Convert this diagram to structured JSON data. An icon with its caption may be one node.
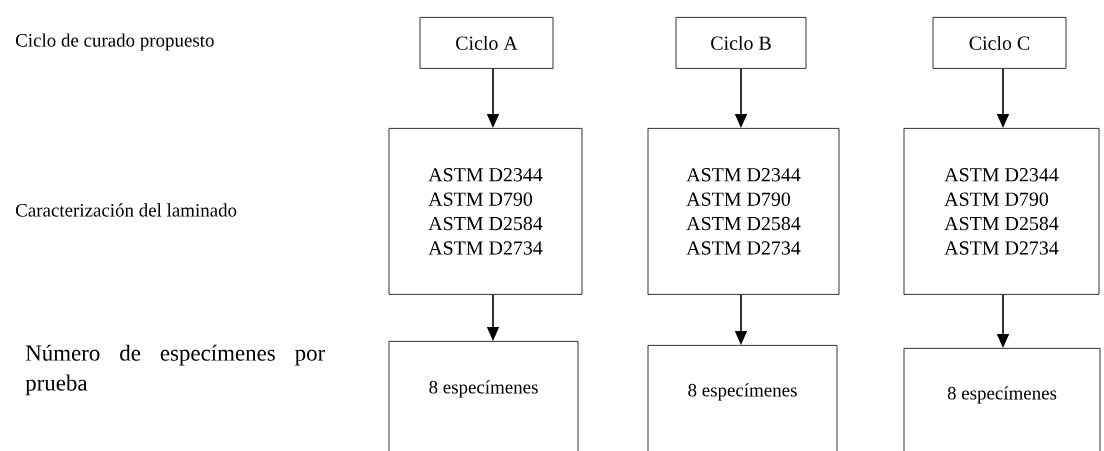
{
  "diagram": {
    "nodes": [
      {
        "text": [
          "Ciclo A"
        ]
      },
      {
        "text": [
          "Ciclo B"
        ]
      },
      {
        "text": [
          "Ciclo C"
        ]
      },
      {
        "text": [
          "ASTM D2344",
          "ASTM D790",
          "ASTM D2584",
          "ASTM D2734"
        ]
      },
      {
        "text": [
          "ASTM D2344",
          "ASTM D790",
          "ASTM D2584",
          "ASTM D2734"
        ]
      },
      {
        "text": [
          "ASTM D2344",
          "ASTM D790",
          "ASTM D2584",
          "ASTM D2734"
        ]
      },
      {
        "text": [
          "8 especímenes"
        ]
      },
      {
        "text": [
          "8 especímenes"
        ]
      },
      {
        "text": [
          "8 especímenes"
        ]
      }
    ],
    "edges": [
      {
        "from": 0,
        "to": 3,
        "arrow": "to"
      },
      {
        "from": 1,
        "to": 4,
        "arrow": "to"
      },
      {
        "from": 2,
        "to": 5,
        "arrow": "to"
      },
      {
        "from": 3,
        "to": 6,
        "arrow": "to"
      },
      {
        "from": 4,
        "to": 7,
        "arrow": "to"
      },
      {
        "from": 5,
        "to": 8,
        "arrow": "to"
      }
    ],
    "labels": [
      "Ciclo de curado propuesto",
      "Caracterización del laminado",
      "Número de especímenes por prueba"
    ]
  }
}
